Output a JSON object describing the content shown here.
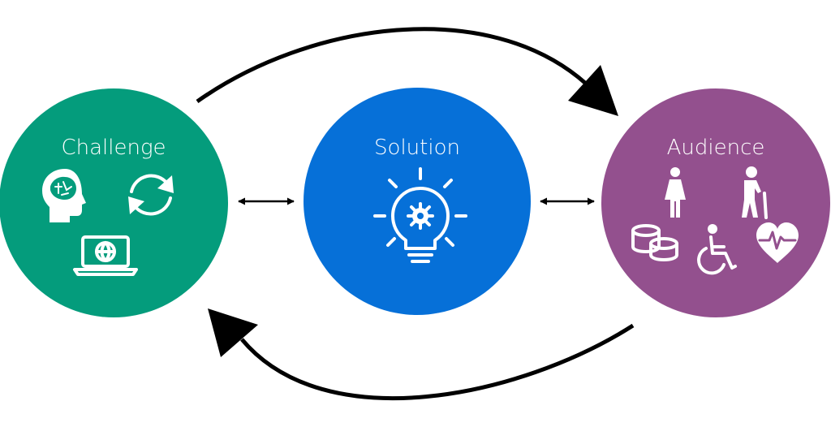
{
  "nodes": {
    "challenge": {
      "label": "Challenge",
      "color": "#049c7c",
      "icons": [
        "brain-head-icon",
        "refresh-icon",
        "laptop-globe-icon"
      ]
    },
    "solution": {
      "label": "Solution",
      "color": "#0670d8",
      "icons": [
        "lightbulb-gear-icon"
      ]
    },
    "audience": {
      "label": "Audience",
      "color": "#93508e",
      "icons": [
        "woman-icon",
        "elderly-person-icon",
        "coins-icon",
        "wheelchair-icon",
        "heart-pulse-icon"
      ]
    }
  },
  "connectors": {
    "color": "#000000"
  }
}
